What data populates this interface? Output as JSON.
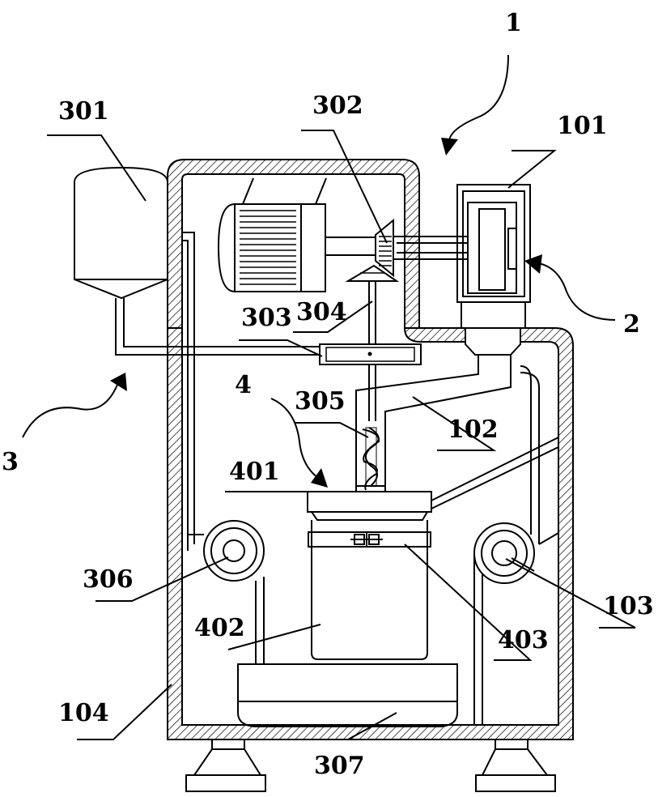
{
  "labels": {
    "l1": "1",
    "l101": "101",
    "l102": "102",
    "l103": "103",
    "l104": "104",
    "l2": "2",
    "l3": "3",
    "l301": "301",
    "l302": "302",
    "l303": "303",
    "l304": "304",
    "l305": "305",
    "l306": "306",
    "l307": "307",
    "l4": "4",
    "l401": "401",
    "l402": "402",
    "l403": "403"
  }
}
